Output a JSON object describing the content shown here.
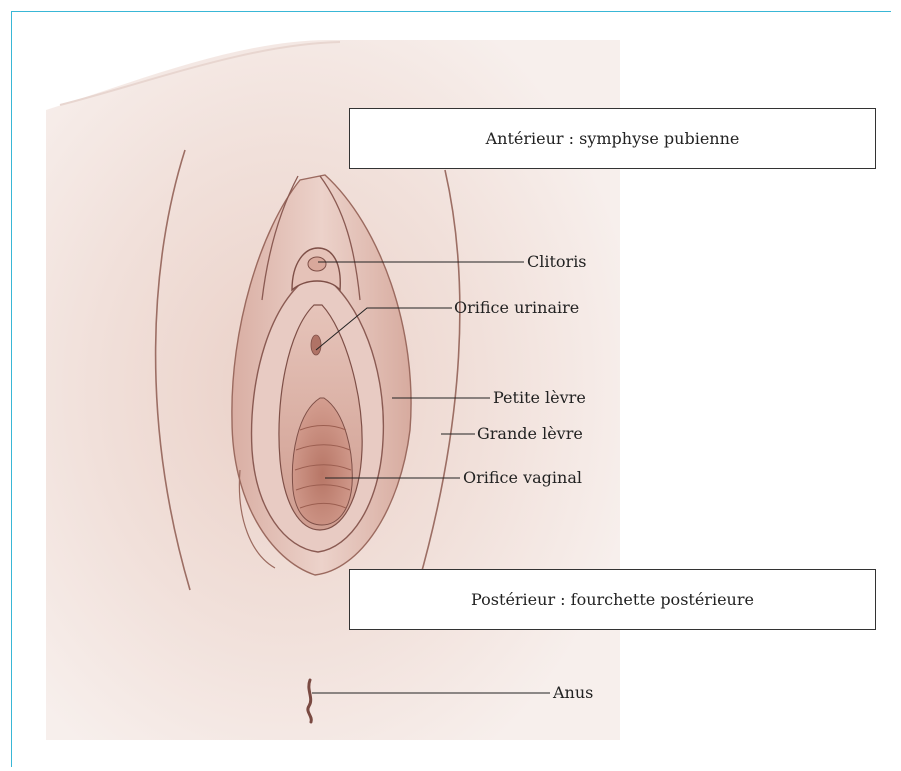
{
  "boxes": {
    "anterior": "Antérieur : symphyse pubienne",
    "posterior": "Postérieur : fourchette postérieure"
  },
  "labels": {
    "clitoris": "Clitoris",
    "urinary_orifice": "Orifice urinaire",
    "labia_minora": "Petite lèvre",
    "labia_majora": "Grande lèvre",
    "vaginal_orifice": "Orifice vaginal",
    "anus": "Anus"
  },
  "colors": {
    "frame": "#39b7d6",
    "skin_light": "#f3e6e1",
    "skin_mid": "#e2c3b9",
    "skin_dark": "#c59386",
    "outline": "#8a5a52",
    "leader": "#222222"
  }
}
